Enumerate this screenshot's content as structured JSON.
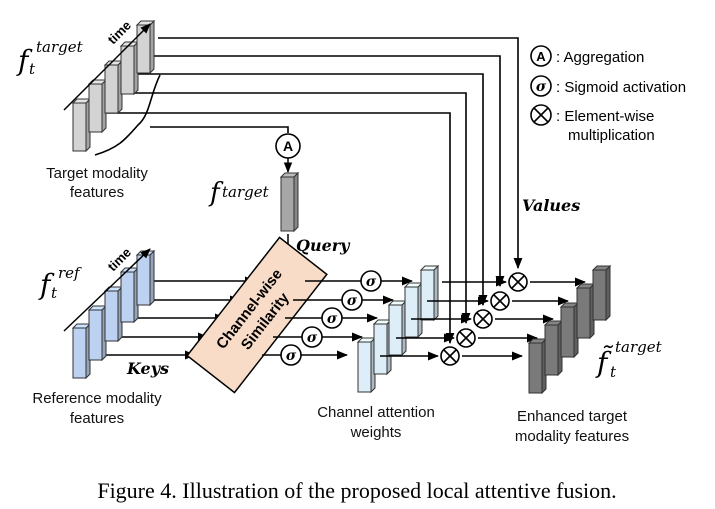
{
  "figure": {
    "caption": "Figure 4. Illustration of the proposed local attentive fusion."
  },
  "labels": {
    "target_symbol_base": "f",
    "target_symbol_sub": "t",
    "target_symbol_sup": "target",
    "ref_symbol_base": "f",
    "ref_symbol_sub": "t",
    "ref_symbol_sup": "ref",
    "agg_symbol_base": "f",
    "agg_symbol_sup": "target",
    "enh_symbol_base": "f̃",
    "enh_symbol_sub": "t",
    "enh_symbol_sup": "target",
    "time": "time",
    "target_features_line1": "Target modality",
    "target_features_line2": "features",
    "ref_features_line1": "Reference modality",
    "ref_features_line2": "features",
    "attention_line1": "Channel attention",
    "attention_line2": "weights",
    "enhanced_line1": "Enhanced target",
    "enhanced_line2": "modality features",
    "similarity_line1": "Channel-wise",
    "similarity_line2": "Similarity",
    "query": "Query",
    "keys": "Keys",
    "values": "Values"
  },
  "legend": [
    {
      "symbol": "A",
      "text": ": Aggregation"
    },
    {
      "symbol": "σ",
      "text": ": Sigmoid activation"
    },
    {
      "symbol": "⊗",
      "text": ": Element-wise",
      "text2": "multiplication"
    }
  ],
  "colors": {
    "target_bar": "#d3d3d3",
    "ref_bar": "#bcd2f0",
    "attention_bar": "#ddeef8",
    "enhanced_bar": "#7a7a7a",
    "similarity_box": "#f8dcc8"
  },
  "ops": {
    "aggregation": "A",
    "sigmoid": "σ"
  }
}
